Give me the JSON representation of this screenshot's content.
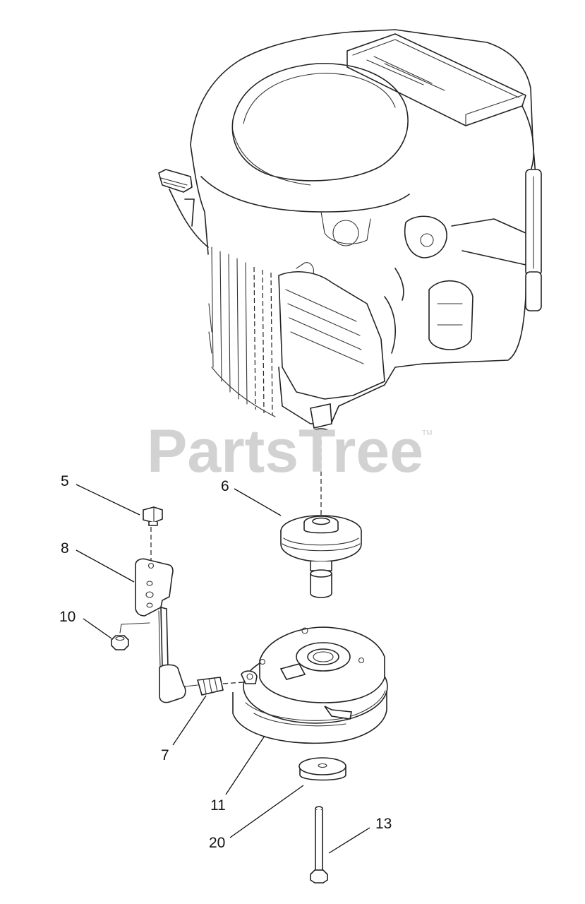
{
  "watermark": {
    "text": "PartsTree",
    "trademark": "TM"
  },
  "callouts": [
    {
      "id": "callout-5",
      "label": "5"
    },
    {
      "id": "callout-6",
      "label": "6"
    },
    {
      "id": "callout-8",
      "label": "8"
    },
    {
      "id": "callout-10",
      "label": "10"
    },
    {
      "id": "callout-7",
      "label": "7"
    },
    {
      "id": "callout-11",
      "label": "11"
    },
    {
      "id": "callout-20",
      "label": "20"
    },
    {
      "id": "callout-13",
      "label": "13"
    }
  ]
}
